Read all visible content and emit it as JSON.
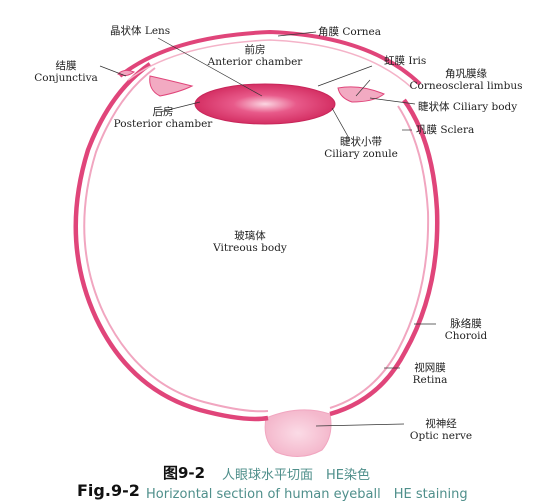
{
  "labels": {
    "lens": {
      "cn": "晶状体",
      "en": "Lens"
    },
    "cornea": {
      "cn": "角膜",
      "en": "Cornea"
    },
    "anterior_chamber": {
      "cn": "前房",
      "en": "Anterior chamber"
    },
    "conjunctiva": {
      "cn": "结膜",
      "en": "Conjunctiva"
    },
    "iris": {
      "cn": "虹膜",
      "en": "Iris"
    },
    "corneoscleral_limbus": {
      "cn": "角巩膜缘",
      "en": "Corneoscleral limbus"
    },
    "ciliary_body": {
      "cn": "睫状体",
      "en": "Ciliary body"
    },
    "posterior_chamber": {
      "cn": "后房",
      "en": "Posterior chamber"
    },
    "sclera": {
      "cn": "巩膜",
      "en": "Sclera"
    },
    "ciliary_zonule": {
      "cn": "睫状小带",
      "en": "Ciliary zonule"
    },
    "vitreous_body": {
      "cn": "玻璃体",
      "en": "Vitreous body"
    },
    "choroid": {
      "cn": "脉络膜",
      "en": "Choroid"
    },
    "retina": {
      "cn": "视网膜",
      "en": "Retina"
    },
    "optic_nerve": {
      "cn": "视神经",
      "en": "Optic nerve"
    }
  },
  "caption": {
    "fig_cn": "图9-2",
    "text_cn": "人眼球水平切面　HE染色",
    "fig_en": "Fig.9-2",
    "text_en": "Horizontal section of human eyeball　HE staining"
  },
  "colors": {
    "tissue": "#e0457a",
    "tissue_light": "#f1a6c0",
    "lens": "#df3d6f",
    "caption_accent": "#4f8f8b"
  }
}
